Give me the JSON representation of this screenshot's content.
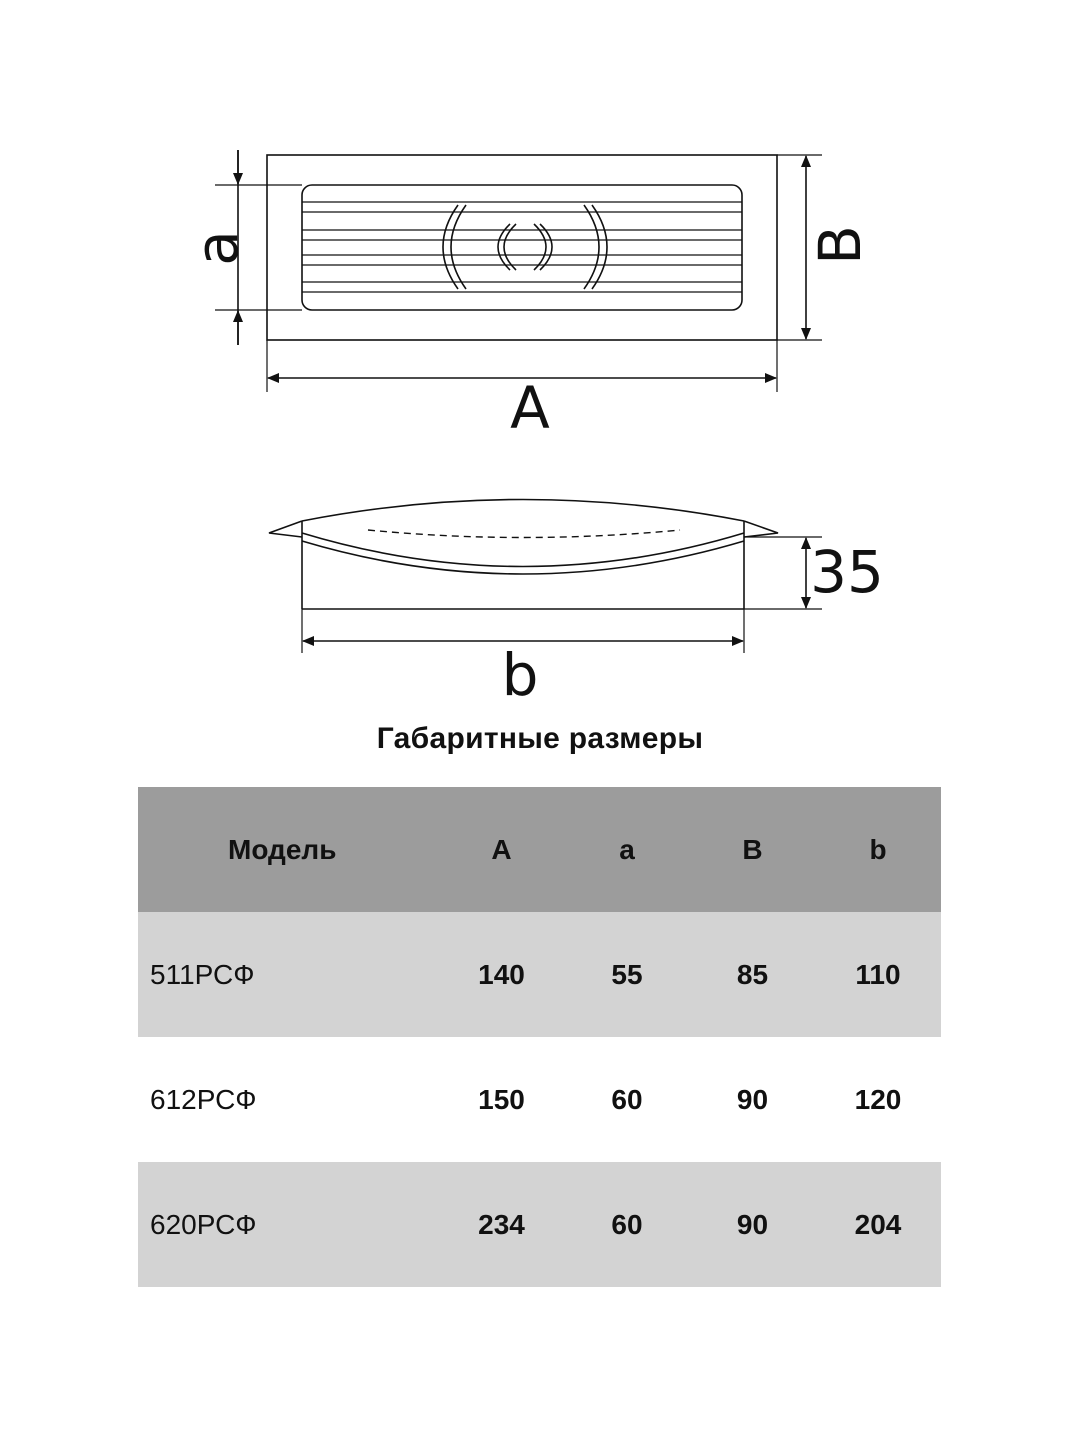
{
  "diagram": {
    "top_view": {
      "label_height_inner": "a",
      "label_height_outer": "B",
      "label_width_outer": "A"
    },
    "side_view": {
      "label_depth": "35",
      "label_width": "b"
    }
  },
  "table": {
    "title": "Габаритные размеры",
    "headers": {
      "model": "Модель",
      "A": "A",
      "a": "a",
      "B": "B",
      "b": "b"
    },
    "rows": [
      {
        "model": "511РСФ",
        "A": "140",
        "a": "55",
        "B": "85",
        "b": "110"
      },
      {
        "model": "612РСФ",
        "A": "150",
        "a": "60",
        "B": "90",
        "b": "120"
      },
      {
        "model": "620РСФ",
        "A": "234",
        "a": "60",
        "B": "90",
        "b": "204"
      }
    ]
  }
}
